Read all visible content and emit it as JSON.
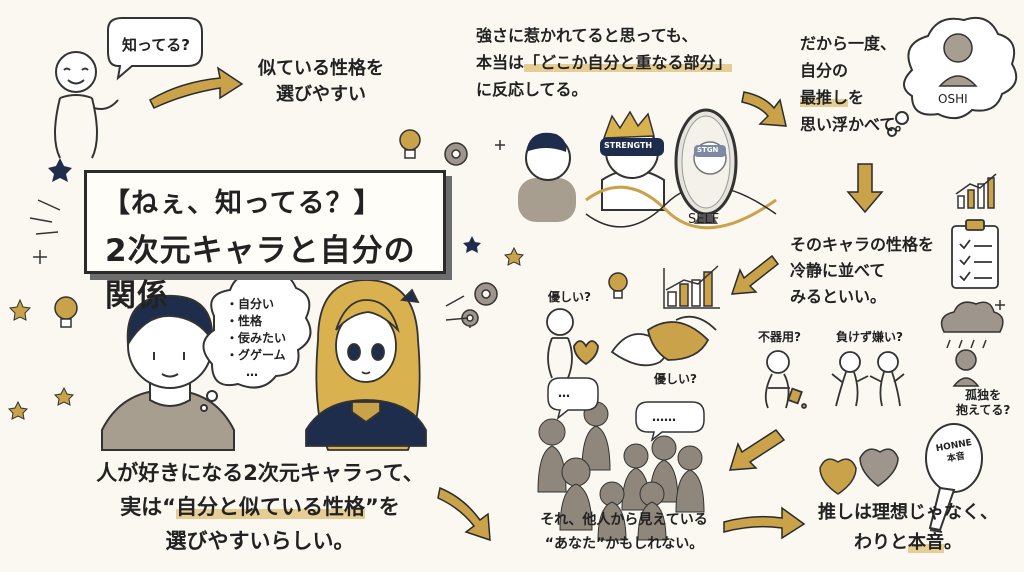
{
  "title": {
    "line1": "【ねぇ、知ってる？】",
    "line2": "2次元キャラと自分の関係"
  },
  "intro": {
    "speech": "知ってる?",
    "step1_line1": "似ている性格を",
    "step1_line2": "選びやすい"
  },
  "step2": {
    "line1": "強さに惹かれてると思っても、",
    "line2_pre": "本当は",
    "line2_hl": "「どこか自分と重なる部分」",
    "line3": "に反応してる。",
    "mask_label": "STRENGTH",
    "mirror_mask_label": "STGN",
    "self_label": "SELF"
  },
  "step3": {
    "line1": "だから一度、",
    "line2": "自分の",
    "line3_hl": "最推し",
    "line3_post": "を",
    "line4": "思い浮かべて。",
    "thought_label": "OSHI"
  },
  "step4": {
    "line1": "そのキャラの性格を",
    "line2": "冷静に並べて",
    "line3": "みるといい。"
  },
  "traits": {
    "kind1": "優しい?",
    "kind2": "優しい?",
    "clumsy": "不器用?",
    "competitive": "負けず嫌い?",
    "lonely_line1": "孤独を",
    "lonely_line2": "抱えてる?"
  },
  "boy_thought": {
    "items": [
      "・自分い",
      "・性格",
      "・佞みたい",
      "・グゲーム"
    ],
    "ellipsis": "…"
  },
  "bottom_left": {
    "line1": "人が好きになる2次元キャラって、",
    "line2_pre": "実は“",
    "line2_hl": "自分と似ている性格",
    "line2_post": "”を",
    "line3": "選びやすいらしい。"
  },
  "crowd": {
    "line1": "それ、他人から見えている",
    "line2": "“あなた”かもしれない。",
    "bubble1": "…",
    "bubble2": "……"
  },
  "conclusion": {
    "line1": "推しは理想じゃなく、",
    "line2_pre": "わりと",
    "line2_hl": "本音",
    "line2_post": "。",
    "mirror_label_line1": "HONNE",
    "mirror_label_line2": "本音"
  },
  "colors": {
    "gold": "#c9a24a",
    "ink": "#2b2b2b",
    "navy": "#1f2d4d",
    "skin_tone_gray": "#9e968c"
  }
}
